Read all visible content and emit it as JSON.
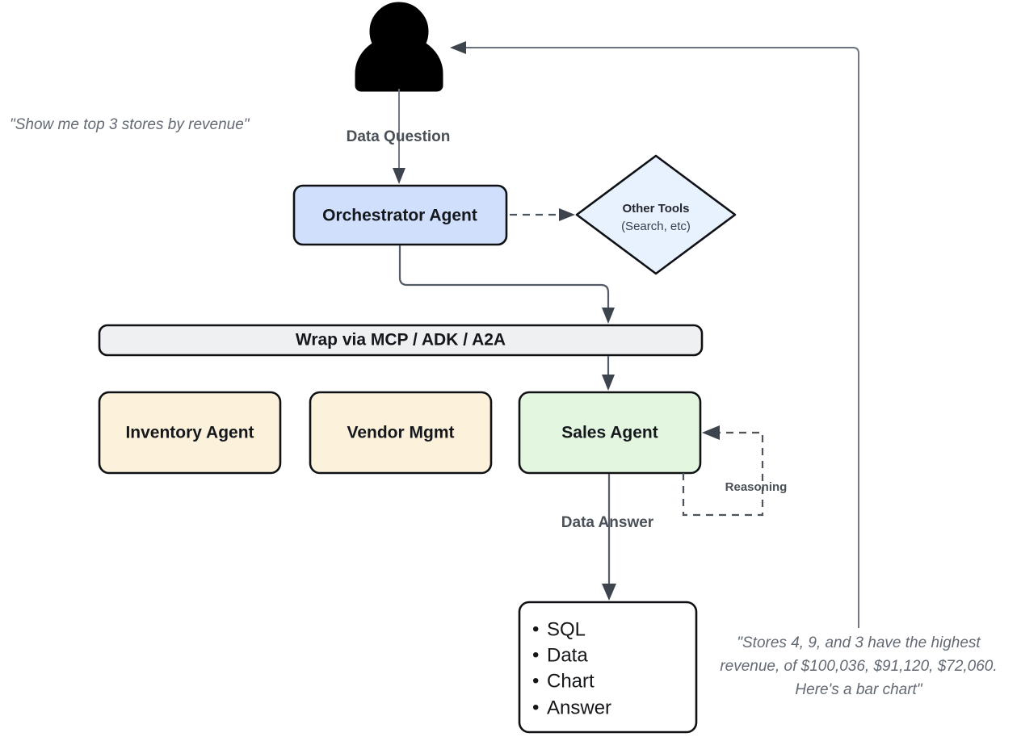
{
  "diagram": {
    "title": "Agentic data-question orchestration flow",
    "colors": {
      "orchestrator_fill": "#cfdffc",
      "tools_fill": "#e8f1fe",
      "mcp_fill": "#eef0f2",
      "agent_fill": "#fcf2dc",
      "sales_fill": "#e3f6e0",
      "output_fill": "#ffffff",
      "node_stroke": "#0f1115",
      "edge_stroke": "#555c66",
      "label_text": "#4a5058",
      "quote_text": "#636a74"
    },
    "actor": {
      "icon": "person-icon",
      "quote": "\"Show me top 3 stores by revenue\""
    },
    "nodes": {
      "orchestrator": {
        "label": "Orchestrator Agent"
      },
      "other_tools": {
        "label": "Other Tools",
        "sublabel": "(Search, etc)"
      },
      "mcp_bar": {
        "label": "Wrap via MCP / ADK / A2A"
      },
      "inventory_agent": {
        "label": "Inventory Agent"
      },
      "vendor_mgmt": {
        "label": "Vendor Mgmt"
      },
      "sales_agent": {
        "label": "Sales Agent"
      },
      "output_box": {
        "items": [
          "SQL",
          "Data",
          "Chart",
          "Answer"
        ],
        "bullet": "•"
      }
    },
    "edges": {
      "data_question": "Data Question",
      "data_answer": "Data Answer",
      "reasoning": "Reasoning"
    },
    "answer_quote": {
      "line1": "\"Stores 4, 9, and 3 have the highest",
      "line2": "revenue, of $100,036, $91,120, $72,060.",
      "line3": "Here's a bar chart\""
    }
  }
}
